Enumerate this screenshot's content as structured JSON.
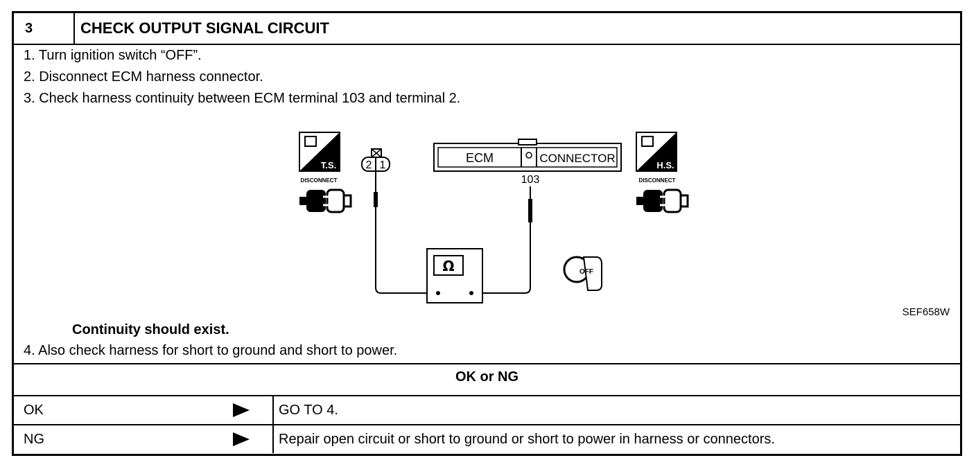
{
  "header": {
    "step_number": "3",
    "title": "CHECK OUTPUT SIGNAL CIRCUIT"
  },
  "instructions": [
    "1.  Turn ignition switch “OFF”.",
    "2.  Disconnect ECM harness connector.",
    "3.  Check harness continuity between ECM terminal 103 and terminal 2."
  ],
  "diagram": {
    "ts_badge": "T.S.",
    "hs_badge": "H.S.",
    "disconnect_left": "DISCONNECT",
    "disconnect_right": "DISCONNECT",
    "terminal_2": "2",
    "terminal_1": "1",
    "ecm_label": "ECM",
    "connector_label": "CONNECTOR",
    "ecm_terminal": "103",
    "ohm_symbol": "Ω",
    "key_label": "OFF",
    "figure_code": "SEF658W"
  },
  "continuity_text": "Continuity should exist.",
  "instruction_4": "4.  Also check harness for short to ground and short to power.",
  "okng_heading": "OK or NG",
  "results": [
    {
      "label": "OK",
      "action": "GO TO 4."
    },
    {
      "label": "NG",
      "action": "Repair open circuit or short to ground or short to power in harness or connectors."
    }
  ]
}
